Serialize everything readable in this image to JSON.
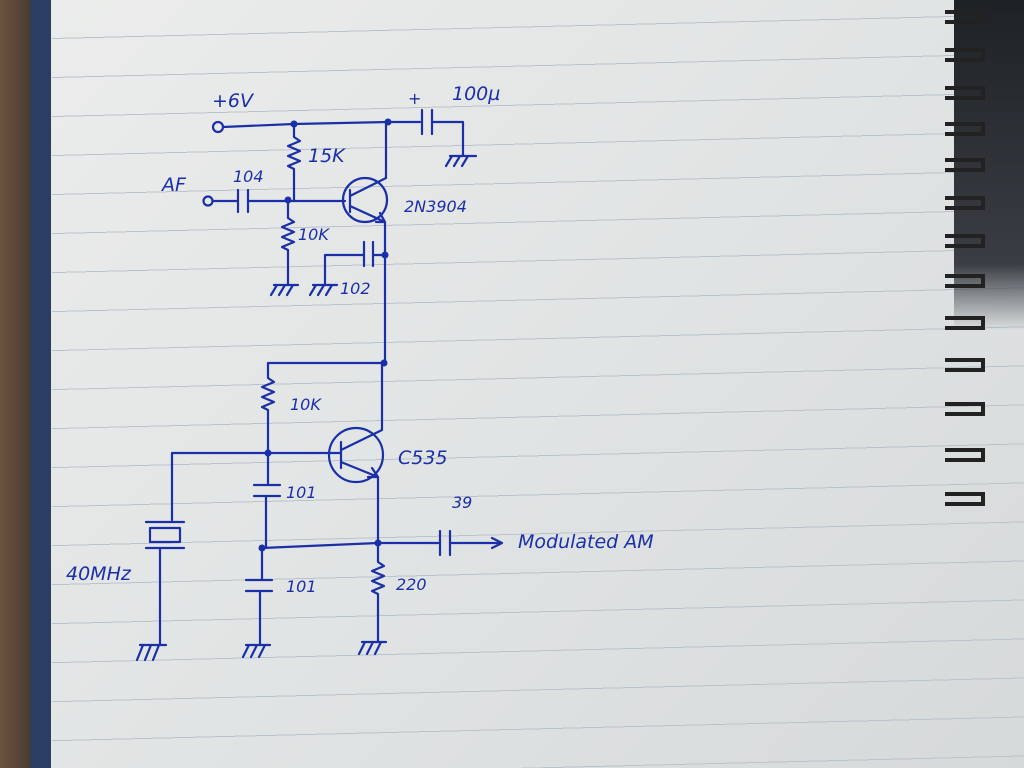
{
  "schematic": {
    "supply": "+6V",
    "input": "AF",
    "output": "Modulated AM",
    "components": {
      "c_supply": "100µ",
      "c_supply_polarity": "+",
      "r_bias_top": "15K",
      "c_input": "104",
      "q1": "2N3904",
      "r_bias_bottom": "10K",
      "c_emitter": "102",
      "r_base2": "10K",
      "q2": "C535",
      "c_fb1": "101",
      "c_fb2": "101",
      "crystal": "40MHz",
      "r_emitter": "220",
      "c_out": "39"
    }
  },
  "colors": {
    "ink": "#1a2fa8",
    "paper": "#e4e6e6"
  }
}
